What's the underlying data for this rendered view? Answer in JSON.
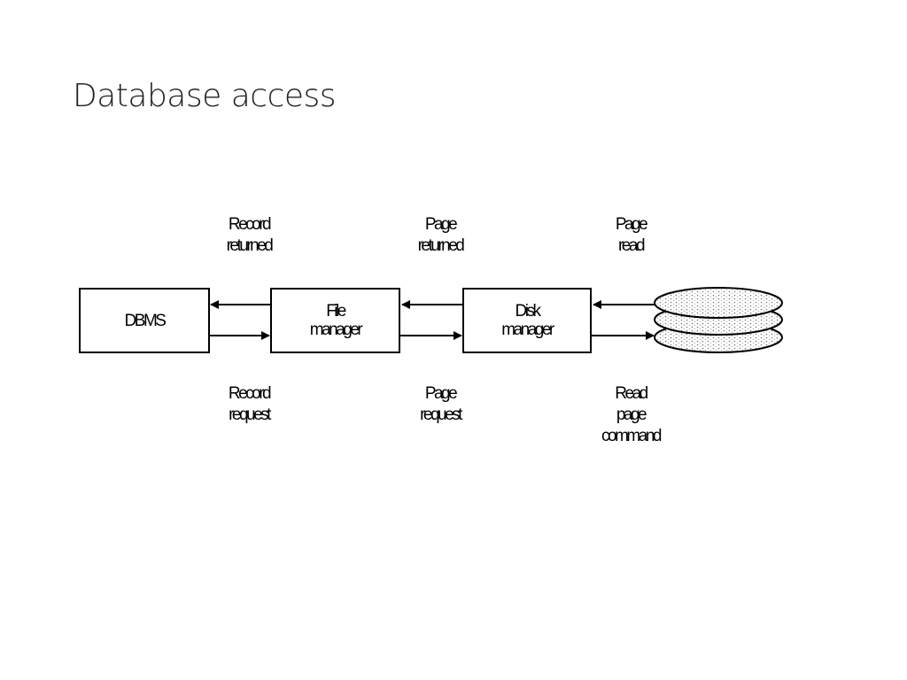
{
  "slide": {
    "title": "Database access"
  },
  "diagram": {
    "boxes": {
      "dbms": "DBMS",
      "file_manager": "File\nmanager",
      "disk_manager": "Disk\nmanager"
    },
    "labels_top": {
      "record_returned": "Record\nreturned",
      "page_returned": "Page\nreturned",
      "page_read": "Page\nread"
    },
    "labels_bottom": {
      "record_request": "Record\nrequest",
      "page_request": "Page\nrequest",
      "read_page_command": "Read\npage\ncommand"
    },
    "disk_icon": "disk-stack-icon"
  }
}
